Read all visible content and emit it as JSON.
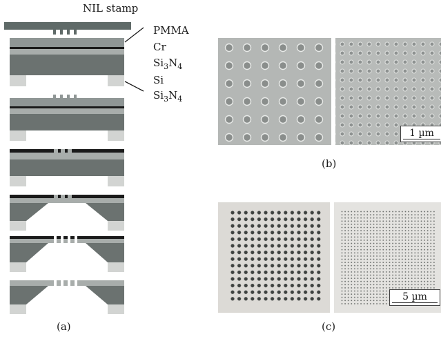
{
  "labels": {
    "stamp": "NIL stamp",
    "pmma": "PMMA",
    "cr": "Cr",
    "si3n4_top": {
      "base": "Si",
      "sub1": "3",
      "mid": "N",
      "sub2": "4"
    },
    "si": "Si",
    "si3n4_bottom": {
      "base": "Si",
      "sub1": "3",
      "mid": "N",
      "sub2": "4"
    }
  },
  "captions": {
    "a": "(a)",
    "b": "(b)",
    "c": "(c)"
  },
  "scale_bars": {
    "b": "1 µm",
    "c": "5 µm"
  },
  "colors": {
    "stamp": "#5f6a68",
    "pmma": "#8f9695",
    "cr": "#1a1a1a",
    "nitride": "#a8adab",
    "silicon": "#6b7270",
    "support": "#d2d4d2",
    "sem_bg": "#b4b7b5",
    "optical_bg": "#dcdad6"
  }
}
